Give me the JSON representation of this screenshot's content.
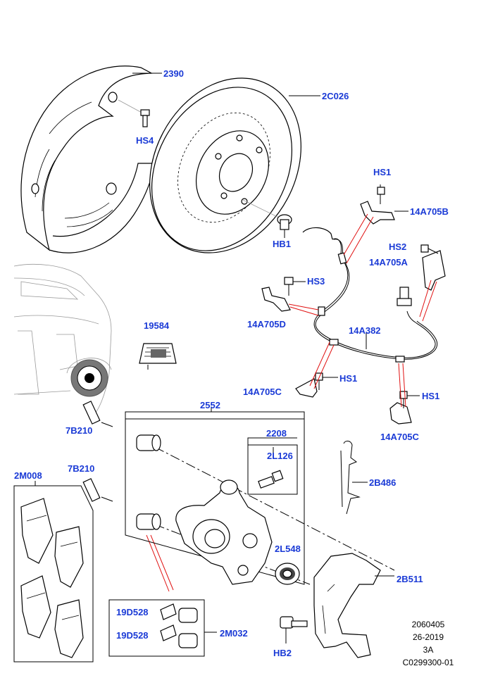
{
  "labels": {
    "p2390": "2390",
    "p2C026": "2C026",
    "hs4": "HS4",
    "hb1": "HB1",
    "hs1_top": "HS1",
    "p14A705B": "14A705B",
    "hs2": "HS2",
    "p14A705A": "14A705A",
    "hs3": "HS3",
    "p14A705D": "14A705D",
    "p14A382": "14A382",
    "p19584": "19584",
    "hs1_mid": "HS1",
    "p14A705C_left": "14A705C",
    "hs1_right": "HS1",
    "p14A705C_right": "14A705C",
    "p2552": "2552",
    "p7B210_top": "7B210",
    "p2208": "2208",
    "p2L126": "2L126",
    "p2M008": "2M008",
    "p7B210_mid": "7B210",
    "p2B486": "2B486",
    "p2L548": "2L548",
    "p2B511": "2B511",
    "p19D528_a": "19D528",
    "p19D528_b": "19D528",
    "p2M032": "2M032",
    "hb2": "HB2"
  },
  "info": {
    "code": "2060405",
    "date": "26-2019",
    "rev": "3A",
    "ref": "C0299300-01"
  },
  "colors": {
    "label": "#1a3ad6",
    "leader_red": "#e01010"
  }
}
